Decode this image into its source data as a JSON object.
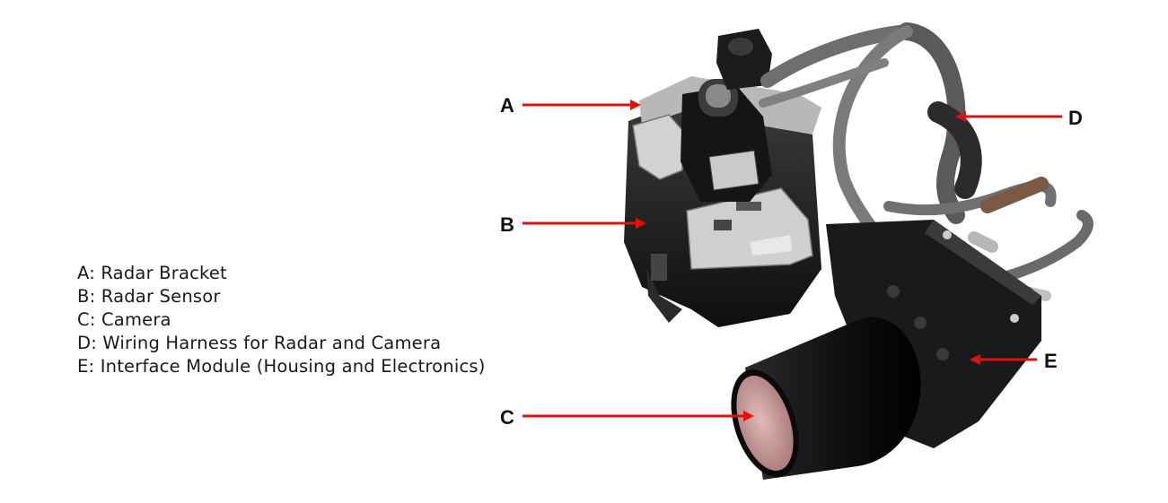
{
  "legend": [
    {
      "letter": "A",
      "text": "A: Radar Bracket"
    },
    {
      "letter": "B",
      "text": "B: Radar Sensor"
    },
    {
      "letter": "C",
      "text": "C: Camera"
    },
    {
      "letter": "D",
      "text": "D: Wiring Harness for Radar and Camera"
    },
    {
      "letter": "E",
      "text": "E: Interface Module (Housing and Electronics)"
    }
  ],
  "callouts": {
    "a": "A",
    "b": "B",
    "c": "C",
    "d": "D",
    "e": "E"
  },
  "colors": {
    "arrow": "#e01010",
    "device": "#1c1c1c",
    "cable": "#6e6e6e",
    "bracket": "#b8b8b8",
    "lens": "#c99a9a"
  }
}
